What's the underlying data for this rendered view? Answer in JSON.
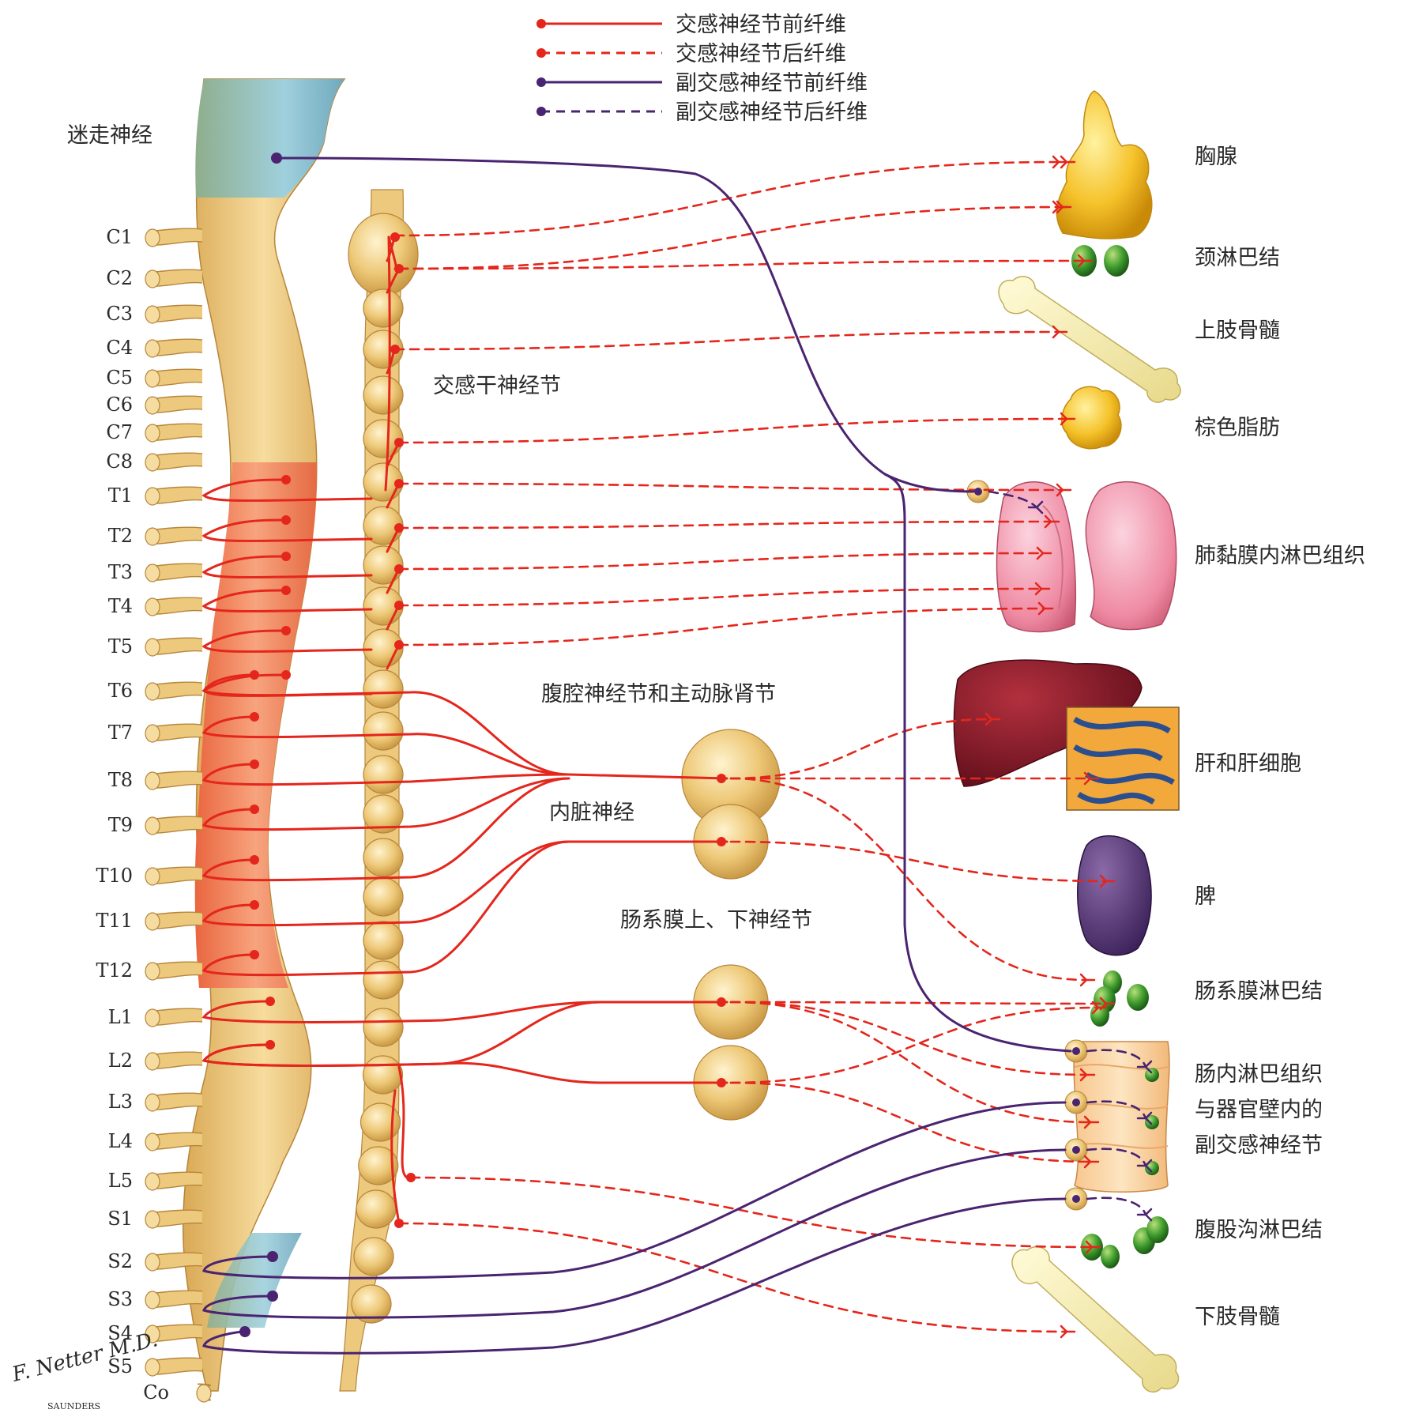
{
  "legend": [
    {
      "label": "交感神经节前纤维",
      "color": "#e4261c",
      "style": "solid"
    },
    {
      "label": "交感神经节后纤维",
      "color": "#e4261c",
      "style": "dashed"
    },
    {
      "label": "副交感神经节前纤维",
      "color": "#4a2470",
      "style": "solid"
    },
    {
      "label": "副交感神经节后纤维",
      "color": "#4a2470",
      "style": "dashed"
    }
  ],
  "labels": {
    "vagus": "迷走神经",
    "sympathetic_trunk": "交感干神经节",
    "celiac": "腹腔神经节和主动脉肾节",
    "splanchnic": "内脏神经",
    "mesenteric": "肠系膜上、下神经节"
  },
  "segments": [
    "C1",
    "C2",
    "C3",
    "C4",
    "C5",
    "C6",
    "C7",
    "C8",
    "T1",
    "T2",
    "T3",
    "T4",
    "T5",
    "T6",
    "T7",
    "T8",
    "T9",
    "T10",
    "T11",
    "T12",
    "L1",
    "L2",
    "L3",
    "L4",
    "L5",
    "S1",
    "S2",
    "S3",
    "S4",
    "S5",
    "Co"
  ],
  "organs": [
    {
      "key": "thymus",
      "label": "胸腺",
      "icon": "thymus-icon"
    },
    {
      "key": "cervical_ln",
      "label": "颈淋巴结",
      "icon": "lymph-node-icon"
    },
    {
      "key": "upper_marrow",
      "label": "上肢骨髓",
      "icon": "bone-icon"
    },
    {
      "key": "brown_fat",
      "label": "棕色脂肪",
      "icon": "fat-icon"
    },
    {
      "key": "lung",
      "label": "肺黏膜内淋巴组织",
      "icon": "lung-icon"
    },
    {
      "key": "liver",
      "label": "肝和肝细胞",
      "icon": "liver-icon"
    },
    {
      "key": "spleen",
      "label": "脾",
      "icon": "spleen-icon"
    },
    {
      "key": "mesenteric_ln",
      "label": "肠系膜淋巴结",
      "icon": "lymph-node-icon"
    },
    {
      "key": "gut",
      "label": "肠内淋巴组织\n与器官壁内的\n副交感神经节",
      "icon": "intestine-icon"
    },
    {
      "key": "inguinal_ln",
      "label": "腹股沟淋巴结",
      "icon": "lymph-node-icon"
    },
    {
      "key": "lower_marrow",
      "label": "下肢骨髓",
      "icon": "bone-icon"
    }
  ],
  "signature": {
    "text": "F. Netter M.D.",
    "publisher": "SAUNDERS"
  },
  "colors": {
    "sympathetic": "#e4261c",
    "parasympathetic": "#4a2470",
    "cord": "#e9c47a",
    "thoracic": "#f08a5a",
    "vagal": "#86b9c9"
  }
}
